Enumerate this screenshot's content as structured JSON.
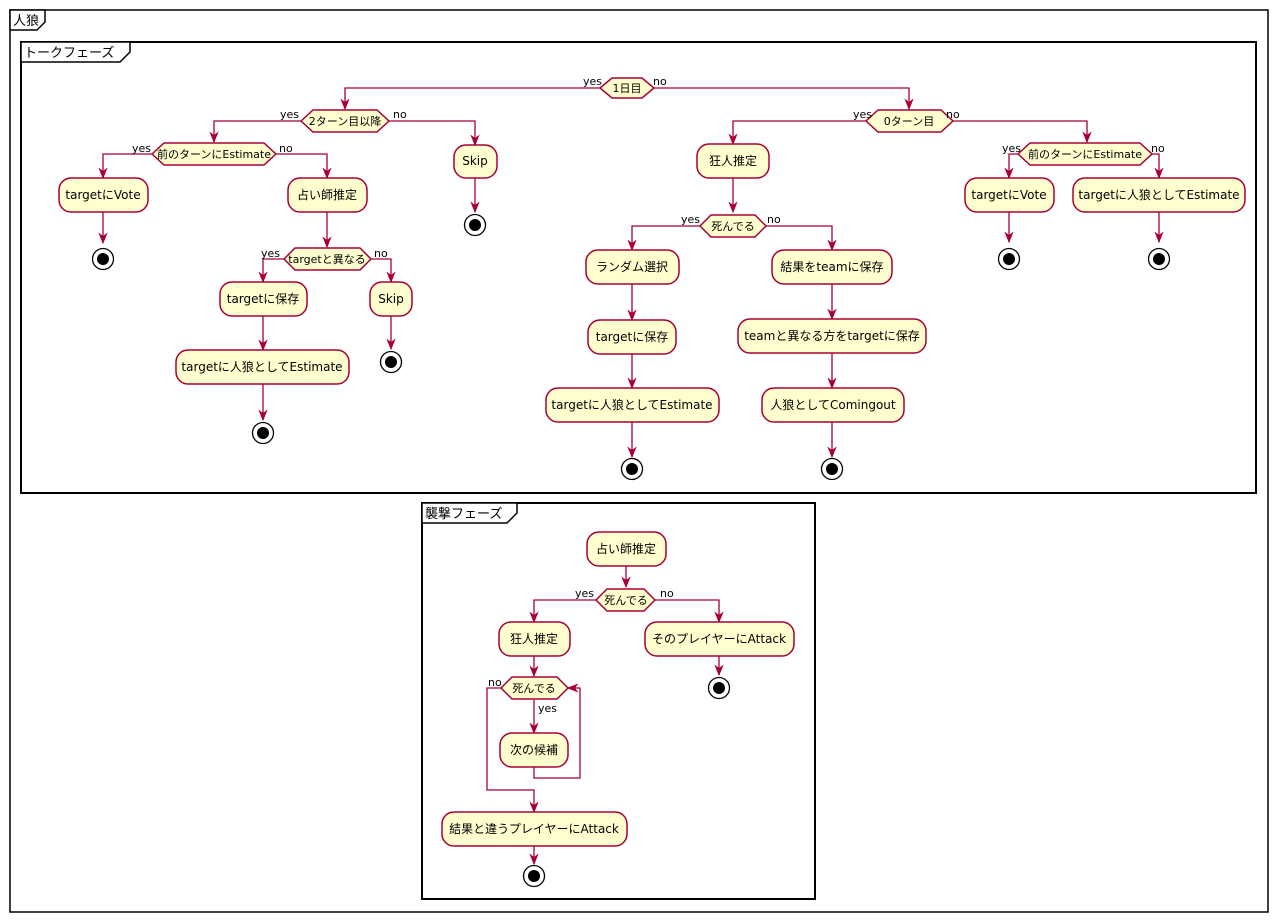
{
  "diagram": {
    "title": "人狼",
    "talk_phase": {
      "title": "トークフェーズ",
      "d_day1": "1日目",
      "d_turn2": "2ターン目以降",
      "d_prev_estimate_left": "前のターンにEstimate",
      "vote_left": "targetにVote",
      "seer_guess_left": "占い師推定",
      "d_target_diff": "targetと異なる",
      "save_target_left": "targetに保存",
      "estimate_wolf_left": "targetに人狼としてEstimate",
      "skip_inner": "Skip",
      "skip_outer": "Skip",
      "d_turn0": "0ターン目",
      "madman_guess": "狂人推定",
      "d_dead": "死んでる",
      "random_select": "ランダム選択",
      "save_target_mid": "targetに保存",
      "estimate_wolf_mid": "targetに人狼としてEstimate",
      "save_result_team": "結果をteamに保存",
      "save_diff_team": "teamと異なる方をtargetに保存",
      "comingout_wolf": "人狼としてComingout",
      "d_prev_estimate_right": "前のターンにEstimate",
      "vote_right": "targetにVote",
      "estimate_wolf_right": "targetに人狼としてEstimate"
    },
    "attack_phase": {
      "title": "襲撃フェーズ",
      "seer_guess": "占い師推定",
      "d_dead": "死んでる",
      "madman_guess": "狂人推定",
      "d_dead_loop": "死んでる",
      "next_candidate": "次の候補",
      "attack_diff": "結果と違うプレイヤーにAttack",
      "attack_player": "そのプレイヤーにAttack"
    },
    "labels": {
      "yes": "yes",
      "no": "no"
    },
    "colors": {
      "node_fill": "#FEFECE",
      "node_stroke": "#A80036",
      "edge": "#A80036",
      "frame": "#000000"
    }
  }
}
